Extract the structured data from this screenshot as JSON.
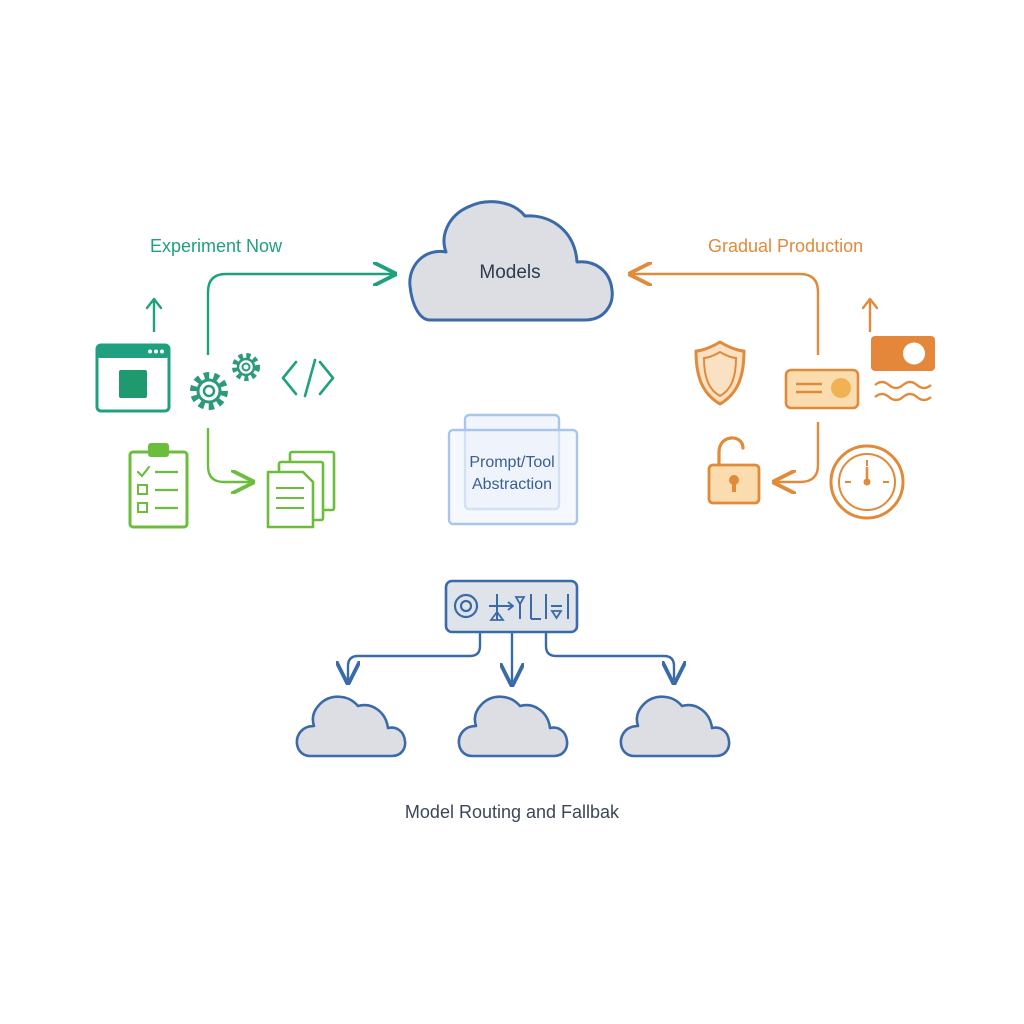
{
  "labels": {
    "experiment_now": "Experiment Now",
    "gradual_production": "Gradual Production",
    "models": "Models",
    "prompt_tool": "Prompt/Tool",
    "abstraction": "Abstraction",
    "routing_caption": "Model Routing and Fallbak"
  },
  "colors": {
    "teal": "#1fa07f",
    "green": "#6cbd3c",
    "orange": "#e08a3a",
    "blue": "#3b6aa8",
    "light_blue": "#a9c6ea",
    "cloud_fill": "#d9dbe0",
    "text_dark": "#2d3b4f"
  },
  "icons": {
    "left": [
      "browser-window-icon",
      "gears-icon",
      "code-icon",
      "checklist-icon",
      "documents-icon",
      "arrow-up-icon"
    ],
    "right": [
      "shield-icon",
      "toggle-icon",
      "wave-icon",
      "card-icon",
      "unlock-icon",
      "gauge-icon",
      "arrow-up-icon"
    ],
    "center": [
      "router-panel-icon",
      "cloud-icon"
    ]
  }
}
